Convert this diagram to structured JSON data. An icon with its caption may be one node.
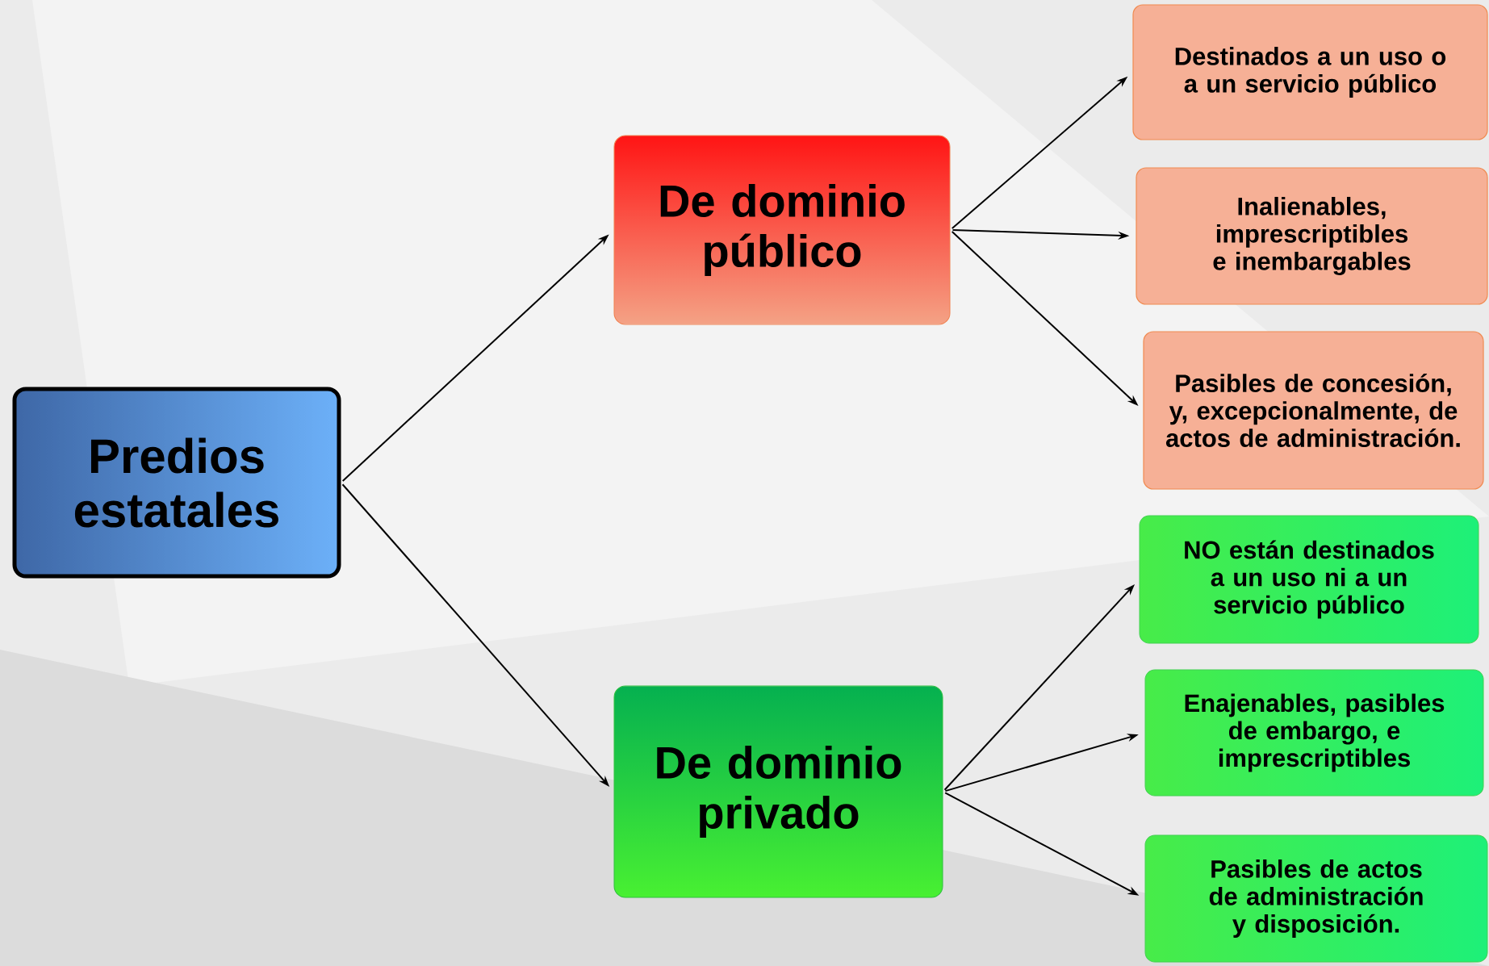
{
  "diagram": {
    "nodes": [
      {
        "text": [
          "Predios estatales"
        ]
      },
      {
        "text": [
          "De dominio público"
        ]
      },
      {
        "text": [
          "De dominio privado"
        ]
      },
      {
        "text": [
          "Destinados a un uso o a un servicio público"
        ]
      },
      {
        "text": [
          "Inalienables, imprescriptibles e inembargables"
        ]
      },
      {
        "text": [
          "Pasibles de concesión, y, excepcionalmente, de actos de administración."
        ]
      },
      {
        "text": [
          "NO están destinados a un uso  ni a un servicio público"
        ]
      },
      {
        "text": [
          "Enajenables, pasibles de embargo, e imprescriptibles"
        ]
      },
      {
        "text": [
          "Pasibles de actos de administración y disposición."
        ]
      }
    ],
    "edges": [
      {
        "from": 0,
        "to": 1,
        "arrow": "to"
      },
      {
        "from": 0,
        "to": 2,
        "arrow": "to"
      },
      {
        "from": 1,
        "to": 3,
        "arrow": "to"
      },
      {
        "from": 1,
        "to": 4,
        "arrow": "to"
      },
      {
        "from": 1,
        "to": 5,
        "arrow": "to"
      },
      {
        "from": 2,
        "to": 6,
        "arrow": "to"
      },
      {
        "from": 2,
        "to": 7,
        "arrow": "to"
      },
      {
        "from": 2,
        "to": 8,
        "arrow": "to"
      }
    ]
  }
}
